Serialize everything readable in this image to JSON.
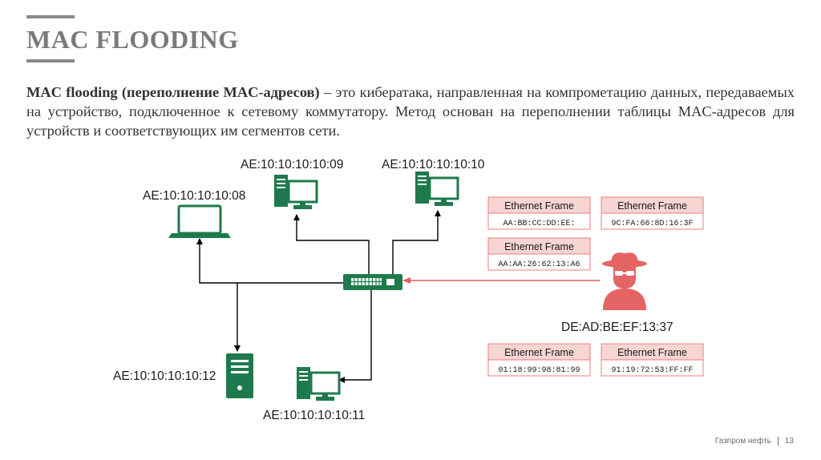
{
  "title": "MAC FLOODING",
  "intro": {
    "term": "MAC flooding (переполнение MAC-адресов)",
    "text": " – это кибератака, направленная на компрометацию данных, передаваемых на устройство, подключенное к сетевому коммутатору. Метод основан на переполнении таблицы MAC-адресов для устройств и соответствующих им сегментов сети."
  },
  "devices": {
    "laptop": "AE:10:10:10:10:08",
    "pc_top_left": "AE:10:10:10:10:09",
    "pc_top_right": "AE:10:10:10:10:10",
    "server": "AE:10:10:10:10:12",
    "pc_bottom": "AE:10:10:10:10:11",
    "attacker": "DE:AD:BE:EF:13:37"
  },
  "frames": [
    {
      "title": "Ethernet Frame",
      "value": "AA:BB:CC:DD:EE:"
    },
    {
      "title": "Ethernet Frame",
      "value": "9C:FA:66:8D:16:3F"
    },
    {
      "title": "Ethernet Frame",
      "value": "AA:AA:26:62:13:A6"
    },
    {
      "title": "Ethernet Frame",
      "value": "01:18:99:98:81:99"
    },
    {
      "title": "Ethernet Frame",
      "value": "91:19:72:53:FF:FF"
    }
  ],
  "colors": {
    "device": "#1e7a4c",
    "frame_header": "#f6d5d3",
    "frame_border": "#e8807e",
    "attack": "#e85b5b",
    "attacker": "#e56464"
  },
  "footer": {
    "company": "Газпром нефть",
    "page": "13"
  }
}
